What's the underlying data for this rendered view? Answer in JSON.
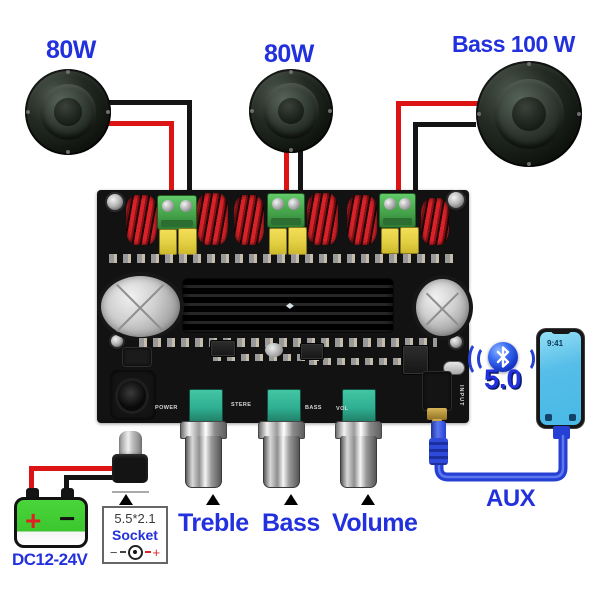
{
  "colors": {
    "label_blue": "#2231dd",
    "wire_red": "#dd1414",
    "wire_black": "#141414",
    "pcb": "#121212",
    "coil_red": "#c8242a",
    "terminal_green": "#46ae4c",
    "cap_yellow": "#e3cf43",
    "pot_teal": "#2fae91",
    "battery_green": "#3cc62e",
    "screen_cyan": "#49b9e6",
    "cable_blue": "#2540d2",
    "plus_red": "#dd2222"
  },
  "speakers": {
    "left": {
      "label": "80W"
    },
    "middle": {
      "label": "80W"
    },
    "right": {
      "label": "Bass 100 W"
    }
  },
  "bluetooth": {
    "version": "5.0"
  },
  "phone": {
    "time": "9:41"
  },
  "aux": {
    "label": "AUX"
  },
  "knobs": {
    "treble": "Treble",
    "bass": "Bass",
    "volume": "Volume"
  },
  "power": {
    "battery_label": "DC12-24V",
    "battery_plus": "+",
    "battery_minus": "−",
    "socket_size": "5.5*2.1",
    "socket_word": "Socket",
    "polarity_minus": "−",
    "polarity_plus": "+"
  },
  "board_silkscreen": {
    "power": "POWER",
    "stereo": "STERE",
    "bass": "BASS",
    "vol": "VOL",
    "input": "INPUT"
  }
}
